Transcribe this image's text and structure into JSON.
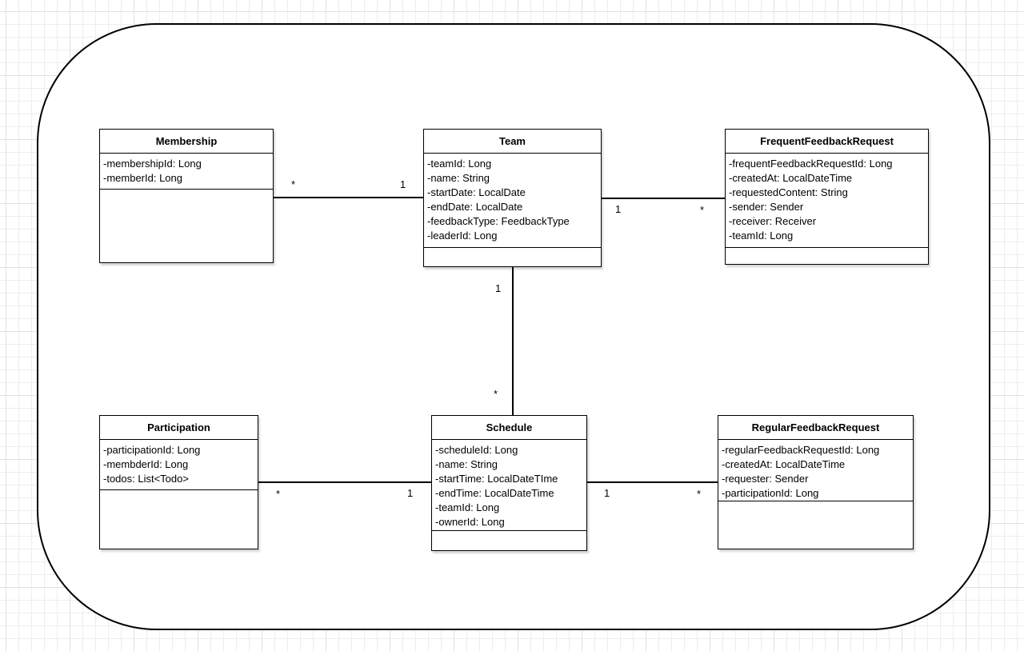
{
  "diagram": {
    "type": "uml-class-diagram",
    "classes": [
      {
        "name": "Membership",
        "title": "Membership",
        "attributes": [
          "-membershipId: Long",
          "-memberId: Long"
        ],
        "methods": []
      },
      {
        "name": "Team",
        "title": "Team",
        "attributes": [
          "-teamId: Long",
          "-name: String",
          "-startDate: LocalDate",
          "-endDate: LocalDate",
          "-feedbackType: FeedbackType",
          "-leaderId: Long"
        ],
        "methods": []
      },
      {
        "name": "FrequentFeedbackRequest",
        "title": "FrequentFeedbackRequest",
        "attributes": [
          "-frequentFeedbackRequestId: Long",
          "-createdAt: LocalDateTime",
          "-requestedContent: String",
          "-sender: Sender",
          "-receiver: Receiver",
          "-teamId: Long"
        ],
        "methods": []
      },
      {
        "name": "Participation",
        "title": "Participation",
        "attributes": [
          "-participationId: Long",
          "-membderId: Long",
          "-todos: List<Todo>"
        ],
        "methods": []
      },
      {
        "name": "Schedule",
        "title": "Schedule",
        "attributes": [
          "-scheduleId: Long",
          "-name: String",
          "-startTime: LocalDateTIme",
          "-endTime: LocalDateTime",
          "-teamId: Long",
          "-ownerId: Long"
        ],
        "methods": []
      },
      {
        "name": "RegularFeedbackRequest",
        "title": "RegularFeedbackRequest",
        "attributes": [
          "-regularFeedbackRequestId: Long",
          "-createdAt: LocalDateTime",
          "-requester: Sender",
          "-participationId: Long"
        ],
        "methods": []
      }
    ],
    "connectors": [
      {
        "from": "Membership",
        "to": "Team",
        "from_label": "*",
        "to_label": "1"
      },
      {
        "from": "Team",
        "to": "FrequentFeedbackRequest",
        "from_label": "1",
        "to_label": "*"
      },
      {
        "from": "Team",
        "to": "Schedule",
        "from_label": "1",
        "to_label": "*"
      },
      {
        "from": "Participation",
        "to": "Schedule",
        "from_label": "*",
        "to_label": "1"
      },
      {
        "from": "Schedule",
        "to": "RegularFeedbackRequest",
        "from_label": "1",
        "to_label": "*"
      }
    ],
    "colors": {
      "stroke": "#000000",
      "fill": "#ffffff",
      "grid_minor": "#ededed",
      "grid_major": "#e2e2e2"
    }
  }
}
